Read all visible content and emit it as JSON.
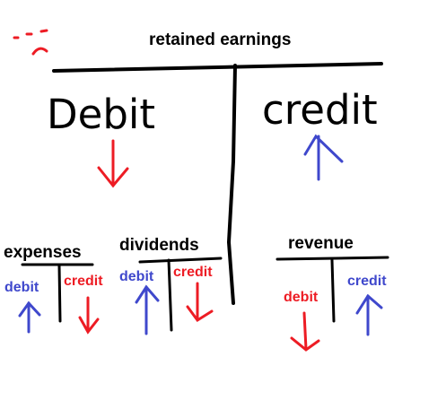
{
  "title": "retained earnings",
  "main_account": {
    "debit_label": "Debit",
    "credit_label": "credit"
  },
  "sub_accounts": [
    {
      "name": "expenses",
      "debit_label": "debit",
      "credit_label": "credit"
    },
    {
      "name": "dividends",
      "debit_label": "debit",
      "credit_label": "credit"
    },
    {
      "name": "revenue",
      "debit_label": "debit",
      "credit_label": "credit"
    }
  ],
  "colors": {
    "ink": "#000000",
    "red": "#ed1c24",
    "blue": "#3f48cc"
  },
  "icons": {
    "face": "sad-face-icon",
    "up": "arrow-up-icon",
    "down": "arrow-down-icon"
  }
}
